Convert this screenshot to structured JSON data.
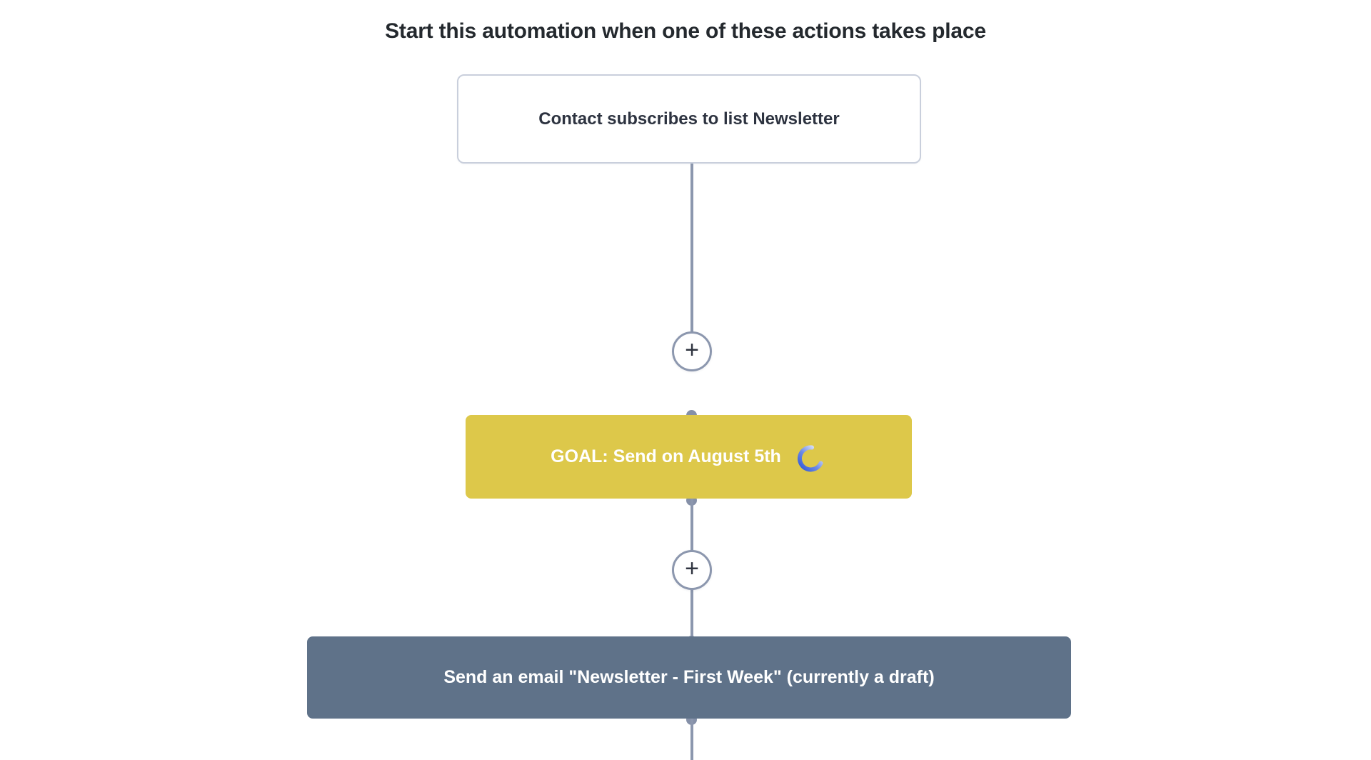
{
  "page": {
    "heading": "Start this automation when one of these actions takes place",
    "background_color": "#ffffff",
    "heading_color": "#24292e"
  },
  "flow": {
    "connector_color": "#8c97ae",
    "joint_color": "#8590a8",
    "nodes": [
      {
        "id": "trigger",
        "type": "trigger",
        "label": "Contact subscribes to list Newsletter",
        "background_color": "#ffffff",
        "border_color": "#c9cfdc",
        "text_color": "#2d3340"
      },
      {
        "id": "goal",
        "type": "goal",
        "label": "GOAL: Send on August 5th",
        "background_color": "#ddc84a",
        "text_color": "#ffffff",
        "status": "loading",
        "spinner": {
          "icon": "loading-spinner-icon",
          "active_color": "#2f57d6",
          "track_color": "#ffffff"
        }
      },
      {
        "id": "email",
        "type": "action",
        "label": "Send an email \"Newsletter - First Week\" (currently a draft)",
        "background_color": "#5f7289",
        "text_color": "#ffffff"
      }
    ],
    "add_buttons": [
      {
        "id": "add-step-1",
        "icon": "plus-icon",
        "label": "+"
      },
      {
        "id": "add-step-2",
        "icon": "plus-icon",
        "label": "+"
      }
    ]
  }
}
